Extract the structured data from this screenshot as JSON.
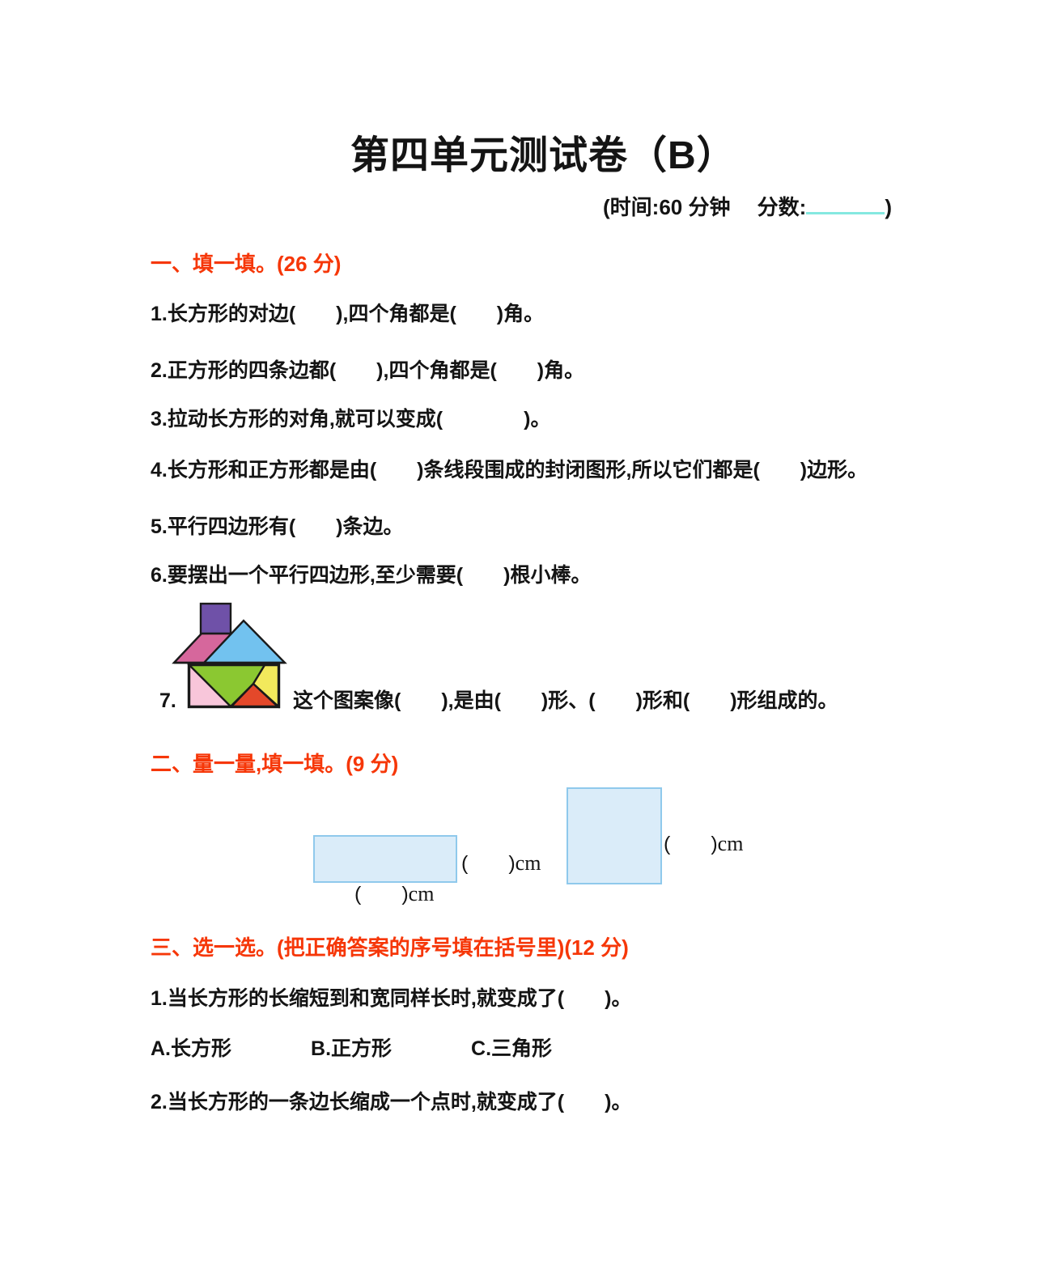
{
  "page": {
    "title": "第四单元测试卷（B）",
    "info_left": "(时间:60 分钟　 分数:",
    "info_right": ")"
  },
  "section1": {
    "heading": "一、填一填。(26 分)",
    "q1": "1.长方形的对边(　　),四个角都是(　　)角。",
    "q2": "2.正方形的四条边都(　　),四个角都是(　　)角。",
    "q3": "3.拉动长方形的对角,就可以变成(　　　　)。",
    "q4": "4.长方形和正方形都是由(　　)条线段围成的封闭图形,所以它们都是(　　)边形。",
    "q5": "5.平行四边形有(　　)条边。",
    "q6": "6.要摆出一个平行四边形,至少需要(　　)根小棒。",
    "q7_number": "7.",
    "q7_text": "这个图案像(　　),是由(　　)形、(　　)形和(　　)形组成的。"
  },
  "section2": {
    "heading": "二、量一量,填一填。(9 分)",
    "blank": "(　　)",
    "unit": "cm"
  },
  "section3": {
    "heading": "三、选一选。(把正确答案的序号填在括号里)(12 分)",
    "q1": "1.当长方形的长缩短到和宽同样长时,就变成了(　　)。",
    "options": [
      "A.长方形",
      "B.正方形",
      "C.三角形"
    ],
    "q2": "2.当长方形的一条边长缩成一个点时,就变成了(　　)。"
  },
  "tangram": {
    "figure": "tangram-house",
    "purple": "#6f51a8",
    "magenta": "#d6679c",
    "blue": "#72c2ef",
    "pink": "#f8c6da",
    "green": "#8bc831",
    "yellow": "#f2e95c",
    "red": "#e4482a"
  },
  "colors": {
    "accent": "#f63708",
    "underline": "#85e8e0",
    "rect-fill": "#daecf9",
    "rect-border": "#8fc9ec",
    "text": "#141414"
  }
}
